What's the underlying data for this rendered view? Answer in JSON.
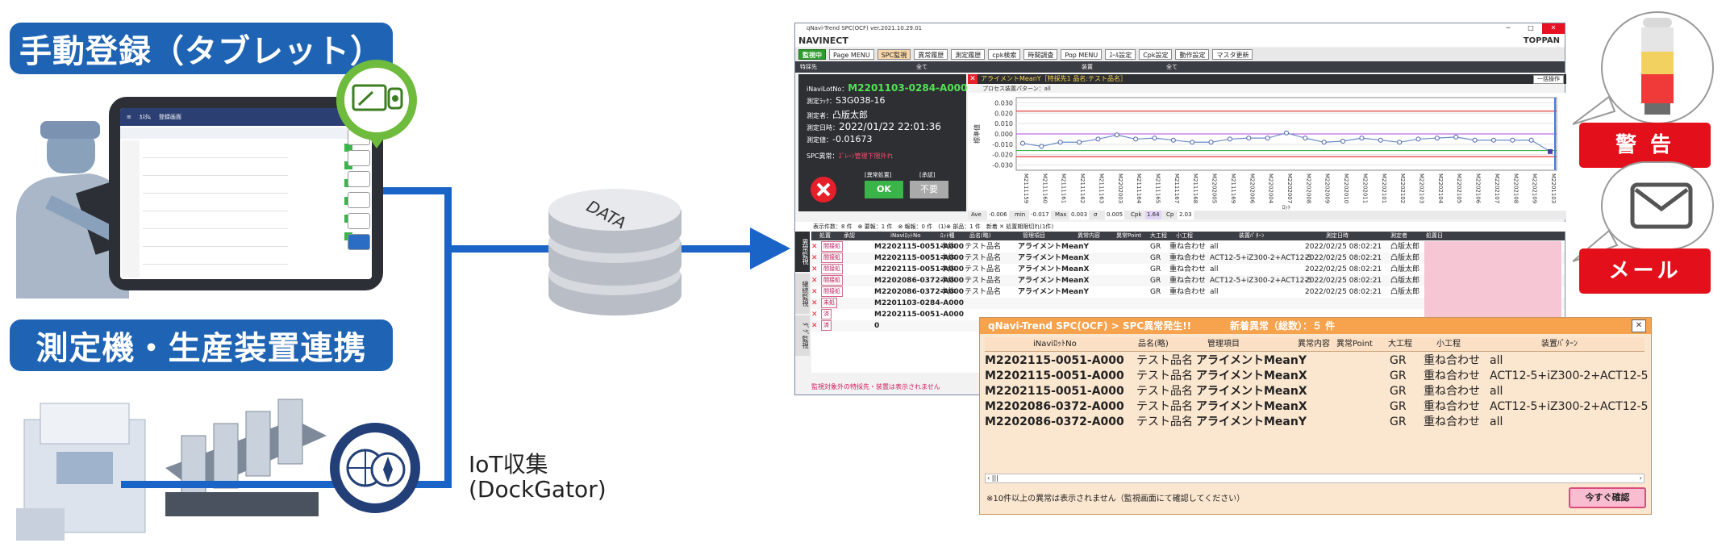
{
  "left": {
    "banner_manual": "手動登録（タブレット）",
    "banner_equipment": "測定機・生産装置連携",
    "iot_line1": "IoT収集",
    "iot_line2": "(DockGator)"
  },
  "db_label": "DATA",
  "window": {
    "title": "qNavi-Trend SPC(OCF) ver.2021.10.29.01",
    "brand_left": "NAVINECT",
    "brand_right": "TOPPAN",
    "menu": [
      "監視中",
      "Page MENU",
      "SPC監視",
      "異常履歴",
      "測定履歴",
      "cpk検索",
      "時間調査",
      "Pop MENU",
      "ｽｰﾙ設定",
      "Cpk設定",
      "動作設定",
      "マスタ更新"
    ],
    "filter_left_label": "特採先",
    "filter_left_value": "全て",
    "filter_right_label": "装置",
    "filter_right_value": "全て",
    "info": {
      "lot_label": "iNaviLotNo：",
      "lot_value": "M2201103-0284-A000",
      "rack_label": "測定ﾗｯｸ：",
      "rack_value": "S3G038-16",
      "person_label": "測定者：",
      "person_value": "凸版太郎",
      "date_label": "測定日時：",
      "date_value": "2022/01/22 22:01:36",
      "val_label": "測定値：",
      "val_value": "-0.01673",
      "spc_label": "SPC異常：",
      "spc_value": "ｽﾞﾚｰﾝ管理下限外れ"
    },
    "panel_labels": {
      "abnormal_check": "[異常処置]",
      "approve": "[承認]"
    },
    "ok_button": "OK",
    "ng_button": "不要",
    "chart_title": "アライメントMeanY［特採先1 品名:テスト品名］",
    "chart_subtitle": "プロセス装置パターン：all",
    "chart_button": "一括操作",
    "stats": [
      {
        "label": "Ave",
        "value": "-0.006"
      },
      {
        "label": "min",
        "value": "-0.017"
      },
      {
        "label": "Max",
        "value": "0.003"
      },
      {
        "label": "σ",
        "value": "0.005"
      },
      {
        "label": "Cpk",
        "value": "1.64"
      },
      {
        "label": "Cp",
        "value": "2.03"
      }
    ],
    "list_header_info": "表示件数：8 件　⊗ 要報：1 件　⊗ 報報：0 件　(1)⊗ 部品：1 件　新着 ✕ 処置期限切れ(1件)",
    "list_columns": [
      "処置",
      "承認",
      "iNaviﾛｯﾄNo",
      "ﾛｯﾄ種",
      "品名(略)",
      "管理項目",
      "異常内容",
      "異常Point",
      "大工程",
      "小工程",
      "装置ﾊﾟﾀｰﾝ",
      "測定日時",
      "測定者",
      "処置日"
    ],
    "list_rows": [
      {
        "s1": "間接処",
        "lot": "M2202115-0051-A000",
        "type": "本体",
        "name": "テスト品名",
        "item": "アライメントMeanY",
        "proc": "GR",
        "sub": "重ね合わせ",
        "pattern": "all",
        "date": "2022/02/25 08:02:21",
        "person": "凸版太郎"
      },
      {
        "s1": "間接処",
        "lot": "M2202115-0051-A000",
        "type": "本体",
        "name": "テスト品名",
        "item": "アライメントMeanX",
        "proc": "GR",
        "sub": "重ね合わせ",
        "pattern": "ACT12-5+iZ300-2+ACT12-5",
        "date": "2022/02/25 08:02:21",
        "person": "凸版太郎"
      },
      {
        "s1": "間接処",
        "lot": "M2202115-0051-A000",
        "type": "本体",
        "name": "テスト品名",
        "item": "アライメントMeanX",
        "proc": "GR",
        "sub": "重ね合わせ",
        "pattern": "all",
        "date": "2022/02/25 08:02:21",
        "person": "凸版太郎"
      },
      {
        "s1": "間接処",
        "lot": "M2202086-0372-A000",
        "type": "本体",
        "name": "テスト品名",
        "item": "アライメントMeanX",
        "proc": "GR",
        "sub": "重ね合わせ",
        "pattern": "ACT12-5+iZ300-2+ACT12-5",
        "date": "2022/02/25 08:02:21",
        "person": "凸版太郎"
      },
      {
        "s1": "間接処",
        "lot": "M2202086-0372-A000",
        "type": "本体",
        "name": "テスト品名",
        "item": "アライメントMeanY",
        "proc": "GR",
        "sub": "重ね合わせ",
        "pattern": "all",
        "date": "2022/02/25 08:02:21",
        "person": "凸版太郎"
      },
      {
        "s1": "未処",
        "lot": "M2201103-0284-A000",
        "type": "",
        "name": "",
        "item": "",
        "proc": "",
        "sub": "",
        "pattern": "",
        "date": "",
        "person": ""
      },
      {
        "s1": "済",
        "lot": "M2202115-0051-A000",
        "type": "",
        "name": "",
        "item": "",
        "proc": "",
        "sub": "",
        "pattern": "",
        "date": "",
        "person": ""
      },
      {
        "s1": "済",
        "lot": "0",
        "type": "",
        "name": "",
        "item": "",
        "proc": "",
        "sub": "",
        "pattern": "",
        "date": "",
        "person": ""
      }
    ],
    "footer_note": "監視対象外の特採先・装置は表示されません",
    "side_tabs": [
      "異常監視",
      "継続監視",
      "ﾀﾞｸﾞ監視"
    ]
  },
  "chart_data": {
    "type": "line",
    "title": "アライメントMeanY［特採先1 品名:テスト品名］",
    "subtitle": "プロセス装置パターン：all",
    "ylabel": "標準値",
    "xlabel": "ﾛｯﾄ",
    "ylim": [
      -0.035,
      0.035
    ],
    "yticks": [
      "0.030",
      "0.020",
      "0.010",
      "0.000",
      "-0.010",
      "-0.020",
      "-0.030"
    ],
    "limits": {
      "ucl": 0.022,
      "lcl": -0.022,
      "uwl": 0.0,
      "lwl": -0.016
    },
    "categories": [
      "M2111159",
      "M2111160",
      "M2111161",
      "M2111162",
      "M2111163",
      "M2202003",
      "M2111164",
      "M2111165",
      "M2111167",
      "M2111168",
      "M2202005",
      "M2111169",
      "M2202006",
      "M2202004",
      "M2202007",
      "M2202008",
      "M2202009",
      "M2202010",
      "M2202011",
      "M2202101",
      "M2202102",
      "M2202103",
      "M2202104",
      "M2202105",
      "M2202106",
      "M2202107",
      "M2202108",
      "M2202109",
      "M2201103"
    ],
    "values": [
      -0.009,
      -0.012,
      -0.008,
      -0.008,
      -0.005,
      -0.001,
      -0.005,
      -0.004,
      -0.006,
      -0.008,
      -0.008,
      -0.005,
      -0.004,
      -0.004,
      0.001,
      -0.004,
      -0.008,
      -0.007,
      -0.004,
      -0.006,
      -0.008,
      -0.005,
      -0.004,
      -0.003,
      -0.006,
      -0.006,
      -0.006,
      -0.006,
      -0.017
    ]
  },
  "popup": {
    "title": "qNavi-Trend SPC(OCF) > SPC異常発生!!",
    "new_count": "新着異常（総数）：５ 件",
    "close": "✕",
    "columns": [
      "iNaviﾛｯﾄNo",
      "品名(略)",
      "管理項目",
      "異常内容",
      "異常Point",
      "大工程",
      "小工程",
      "装置ﾊﾟﾀｰﾝ"
    ],
    "rows": [
      {
        "lot": "M2202115-0051-A000",
        "name": "テスト品名",
        "item": "アライメントMeanY",
        "proc": "GR",
        "sub": "重ね合わせ",
        "pattern": "all"
      },
      {
        "lot": "M2202115-0051-A000",
        "name": "テスト品名",
        "item": "アライメントMeanX",
        "proc": "GR",
        "sub": "重ね合わせ",
        "pattern": "ACT12-5+iZ300-2+ACT12-5"
      },
      {
        "lot": "M2202115-0051-A000",
        "name": "テスト品名",
        "item": "アライメントMeanX",
        "proc": "GR",
        "sub": "重ね合わせ",
        "pattern": "all"
      },
      {
        "lot": "M2202086-0372-A000",
        "name": "テスト品名",
        "item": "アライメントMeanX",
        "proc": "GR",
        "sub": "重ね合わせ",
        "pattern": "ACT12-5+iZ300-2+ACT12-5"
      },
      {
        "lot": "M2202086-0372-A000",
        "name": "テスト品名",
        "item": "アライメントMeanY",
        "proc": "GR",
        "sub": "重ね合わせ",
        "pattern": "all"
      }
    ],
    "note": "※10件以上の異常は表示されません（監視画面にて確認してください）",
    "confirm_button": "今すぐ確認"
  },
  "right": {
    "warning_label": "警 告",
    "mail_label": "メール"
  },
  "colors": {
    "brand_blue": "#1e63b4",
    "pipe_blue": "#1a64c8",
    "alert_red": "#e3101b",
    "ok_green": "#2e9c2e",
    "popup_orange": "#f7a24d"
  }
}
